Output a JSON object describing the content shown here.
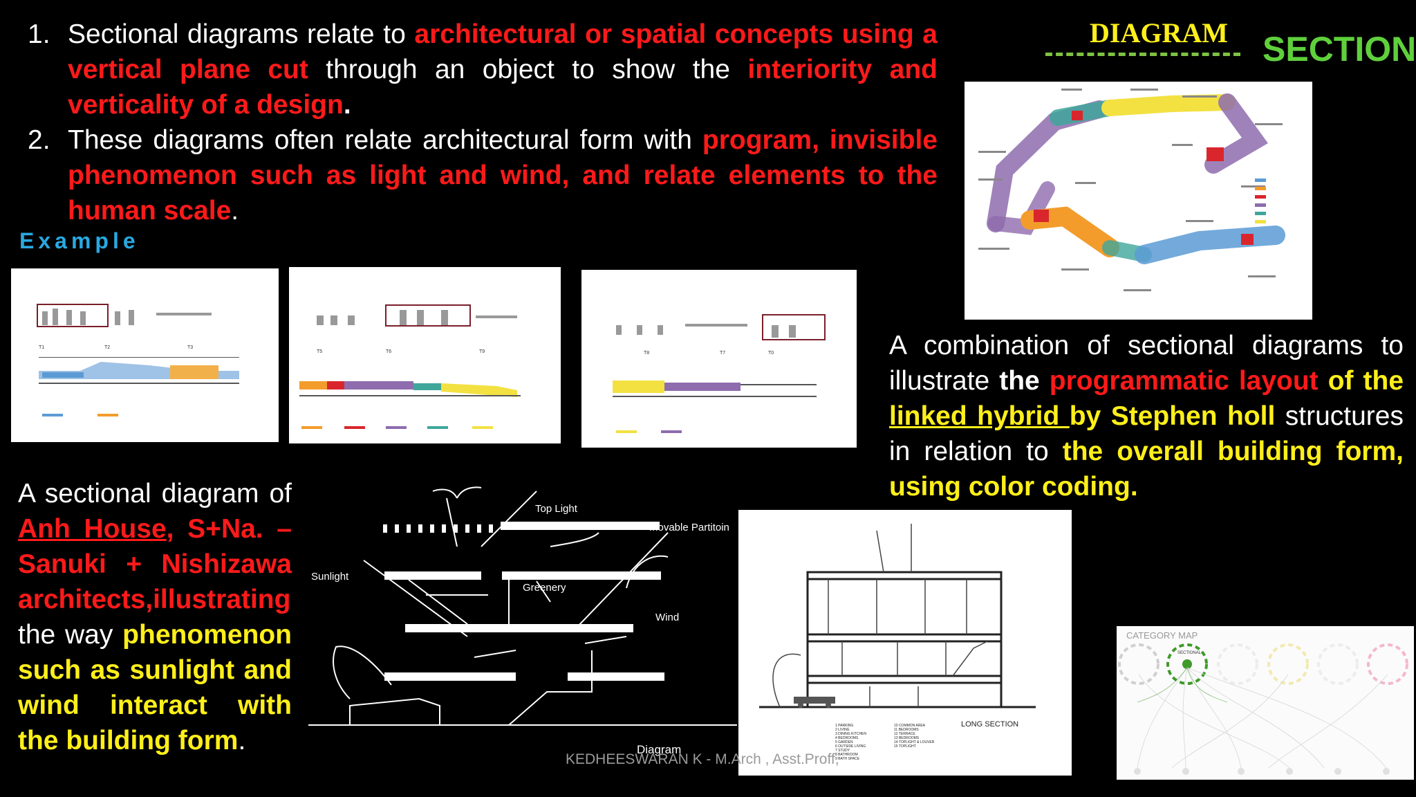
{
  "points": [
    {
      "num": "1.",
      "parts": [
        {
          "t": "Sectional diagrams relate to ",
          "c": "wht"
        },
        {
          "t": "architectural or spatial concepts using a vertical plane cut",
          "c": "red"
        },
        {
          "t": " through an object to show the ",
          "c": "wht"
        },
        {
          "t": "interiority and verticality of a design",
          "c": "red"
        },
        {
          "t": ".",
          "c": "wht b"
        }
      ]
    },
    {
      "num": "2.",
      "parts": [
        {
          "t": "These diagrams often relate architectural form with ",
          "c": "wht"
        },
        {
          "t": "program, invisible phenomenon such as light and wind, and relate elements to the human scale",
          "c": "red"
        },
        {
          "t": ".",
          "c": "wht"
        }
      ]
    }
  ],
  "example_label": "Example",
  "header": {
    "diagram": "DIAGRAM",
    "section": "SECTION"
  },
  "linked_hybrid_caption": [
    {
      "t": " A combination of sectional diagrams to illustrate ",
      "c": "wht"
    },
    {
      "t": "the ",
      "c": "wht b"
    },
    {
      "t": "programmatic layout",
      "c": "red"
    },
    {
      "t": " of the ",
      "c": "yel"
    },
    {
      "t": "linked hybrid ",
      "c": "yel u"
    },
    {
      "t": "by Stephen holl",
      "c": "yel"
    },
    {
      "t": " structures in relation to ",
      "c": "wht"
    },
    {
      "t": "the overall building form, using color coding.",
      "c": "yel"
    }
  ],
  "anh_caption": [
    {
      "t": "A sectional diagram of ",
      "c": "wht"
    },
    {
      "t": "Anh House",
      "c": "red u"
    },
    {
      "t": ", S+Na. – Sanuki + Nishizawa architects,illustrating",
      "c": "red"
    },
    {
      "t": " the way ",
      "c": "wht"
    },
    {
      "t": "phenomenon such as sunlight and wind interact with the building form",
      "c": "yel"
    },
    {
      "t": ".",
      "c": "wht"
    }
  ],
  "sketch_labels": {
    "top_light": "Top Light",
    "movable": "Movable Partitoin",
    "sunlight": "Sunlight",
    "greenery": "Greenery",
    "wind": "Wind"
  },
  "section_labels": {
    "long_section": "LONG SECTION",
    "legend_left": [
      "1 PARKING",
      "2 LIVING",
      "3 DINING KITCHEN",
      "4 BEDROOMS",
      "5 GARDEN",
      "6 OUTSIDE LIVING",
      "7 STUDY",
      "8 BATHROOM",
      "9 BATH SPACE"
    ],
    "legend_right": [
      "10 COMMON AREA",
      "11 BEDROOMS",
      "12 TERRACE",
      "13 BEDROOMS",
      "14 TOPLIGHT & LOUVER",
      "15 TOPLIGHT"
    ]
  },
  "panel_tags": [
    "T1",
    "T2",
    "T3",
    "T5",
    "T6",
    "T9",
    "T8",
    "T7",
    "T0"
  ],
  "category_map": {
    "title": "CATEGORY MAP",
    "active": "SECTIONAL"
  },
  "diagram_caption": "Diagram",
  "footer_credit": "KEDHEESWARAN K - M.Arch , Asst.Proff,",
  "colors": {
    "red": "#ff1a1a",
    "yellow": "#ffef1a",
    "blue": "#29a9e1",
    "green_section": "#5fd03c",
    "lh_blue": "#5b9bd5",
    "lh_orange": "#f39c2c",
    "lh_purple": "#8e6cae",
    "lh_teal": "#3fa69b",
    "lh_yellow": "#f3e142",
    "lh_red": "#d9262c"
  }
}
